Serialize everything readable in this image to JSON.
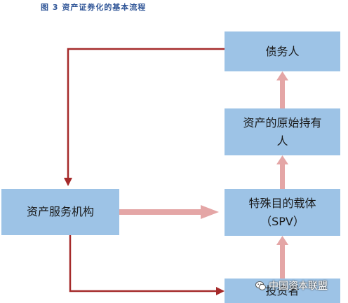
{
  "caption": "图 3 资产证券化的基本流程",
  "boxes": {
    "debtor": "债务人",
    "originator_line1": "资产的原始持有",
    "originator_line2": "人",
    "spv_line1": "特殊目的载体",
    "spv_line2": "（SPV）",
    "servicer": "资产服务机构",
    "investor": "投资者"
  },
  "watermark": "中国资本联盟",
  "colors": {
    "box_fill": "#9dc3e6",
    "arrow_dark_red": "#a52a2a",
    "arrow_pink": "#e4a6a6",
    "caption": "#2f5597"
  },
  "icons": {
    "watermark": "wechat-icon"
  }
}
